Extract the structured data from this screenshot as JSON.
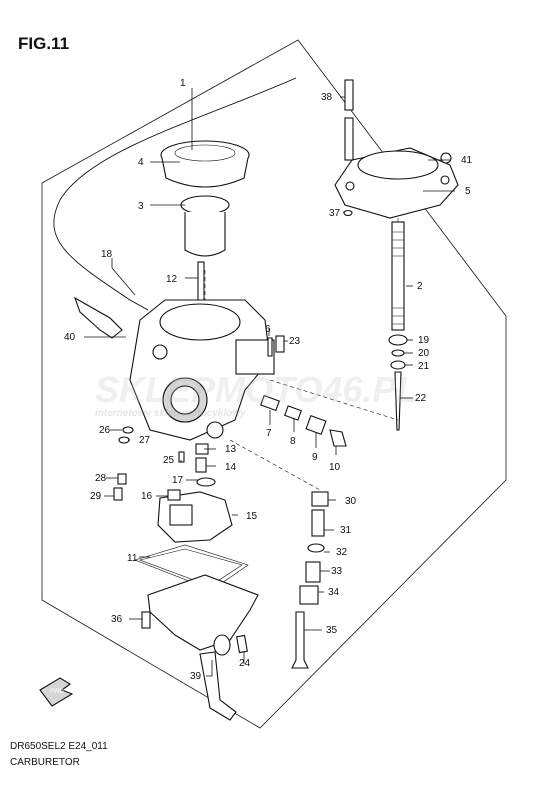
{
  "figure": {
    "title": "FIG.11"
  },
  "footer": {
    "code": "DR650SEL2 E24_011",
    "name": "CARBURETOR"
  },
  "watermark": {
    "brand": "SKLEPMOTO46.PL",
    "sub": "internetowy sklep motocyklowy"
  },
  "fwd_label": "FWD",
  "callouts": [
    "1",
    "2",
    "3",
    "4",
    "5",
    "6",
    "7",
    "8",
    "9",
    "10",
    "11",
    "12",
    "13",
    "14",
    "15",
    "16",
    "17",
    "18",
    "19",
    "20",
    "21",
    "22",
    "23",
    "24",
    "25",
    "26",
    "27",
    "28",
    "29",
    "30",
    "31",
    "32",
    "33",
    "34",
    "35",
    "36",
    "37",
    "38",
    "39",
    "40",
    "41"
  ]
}
